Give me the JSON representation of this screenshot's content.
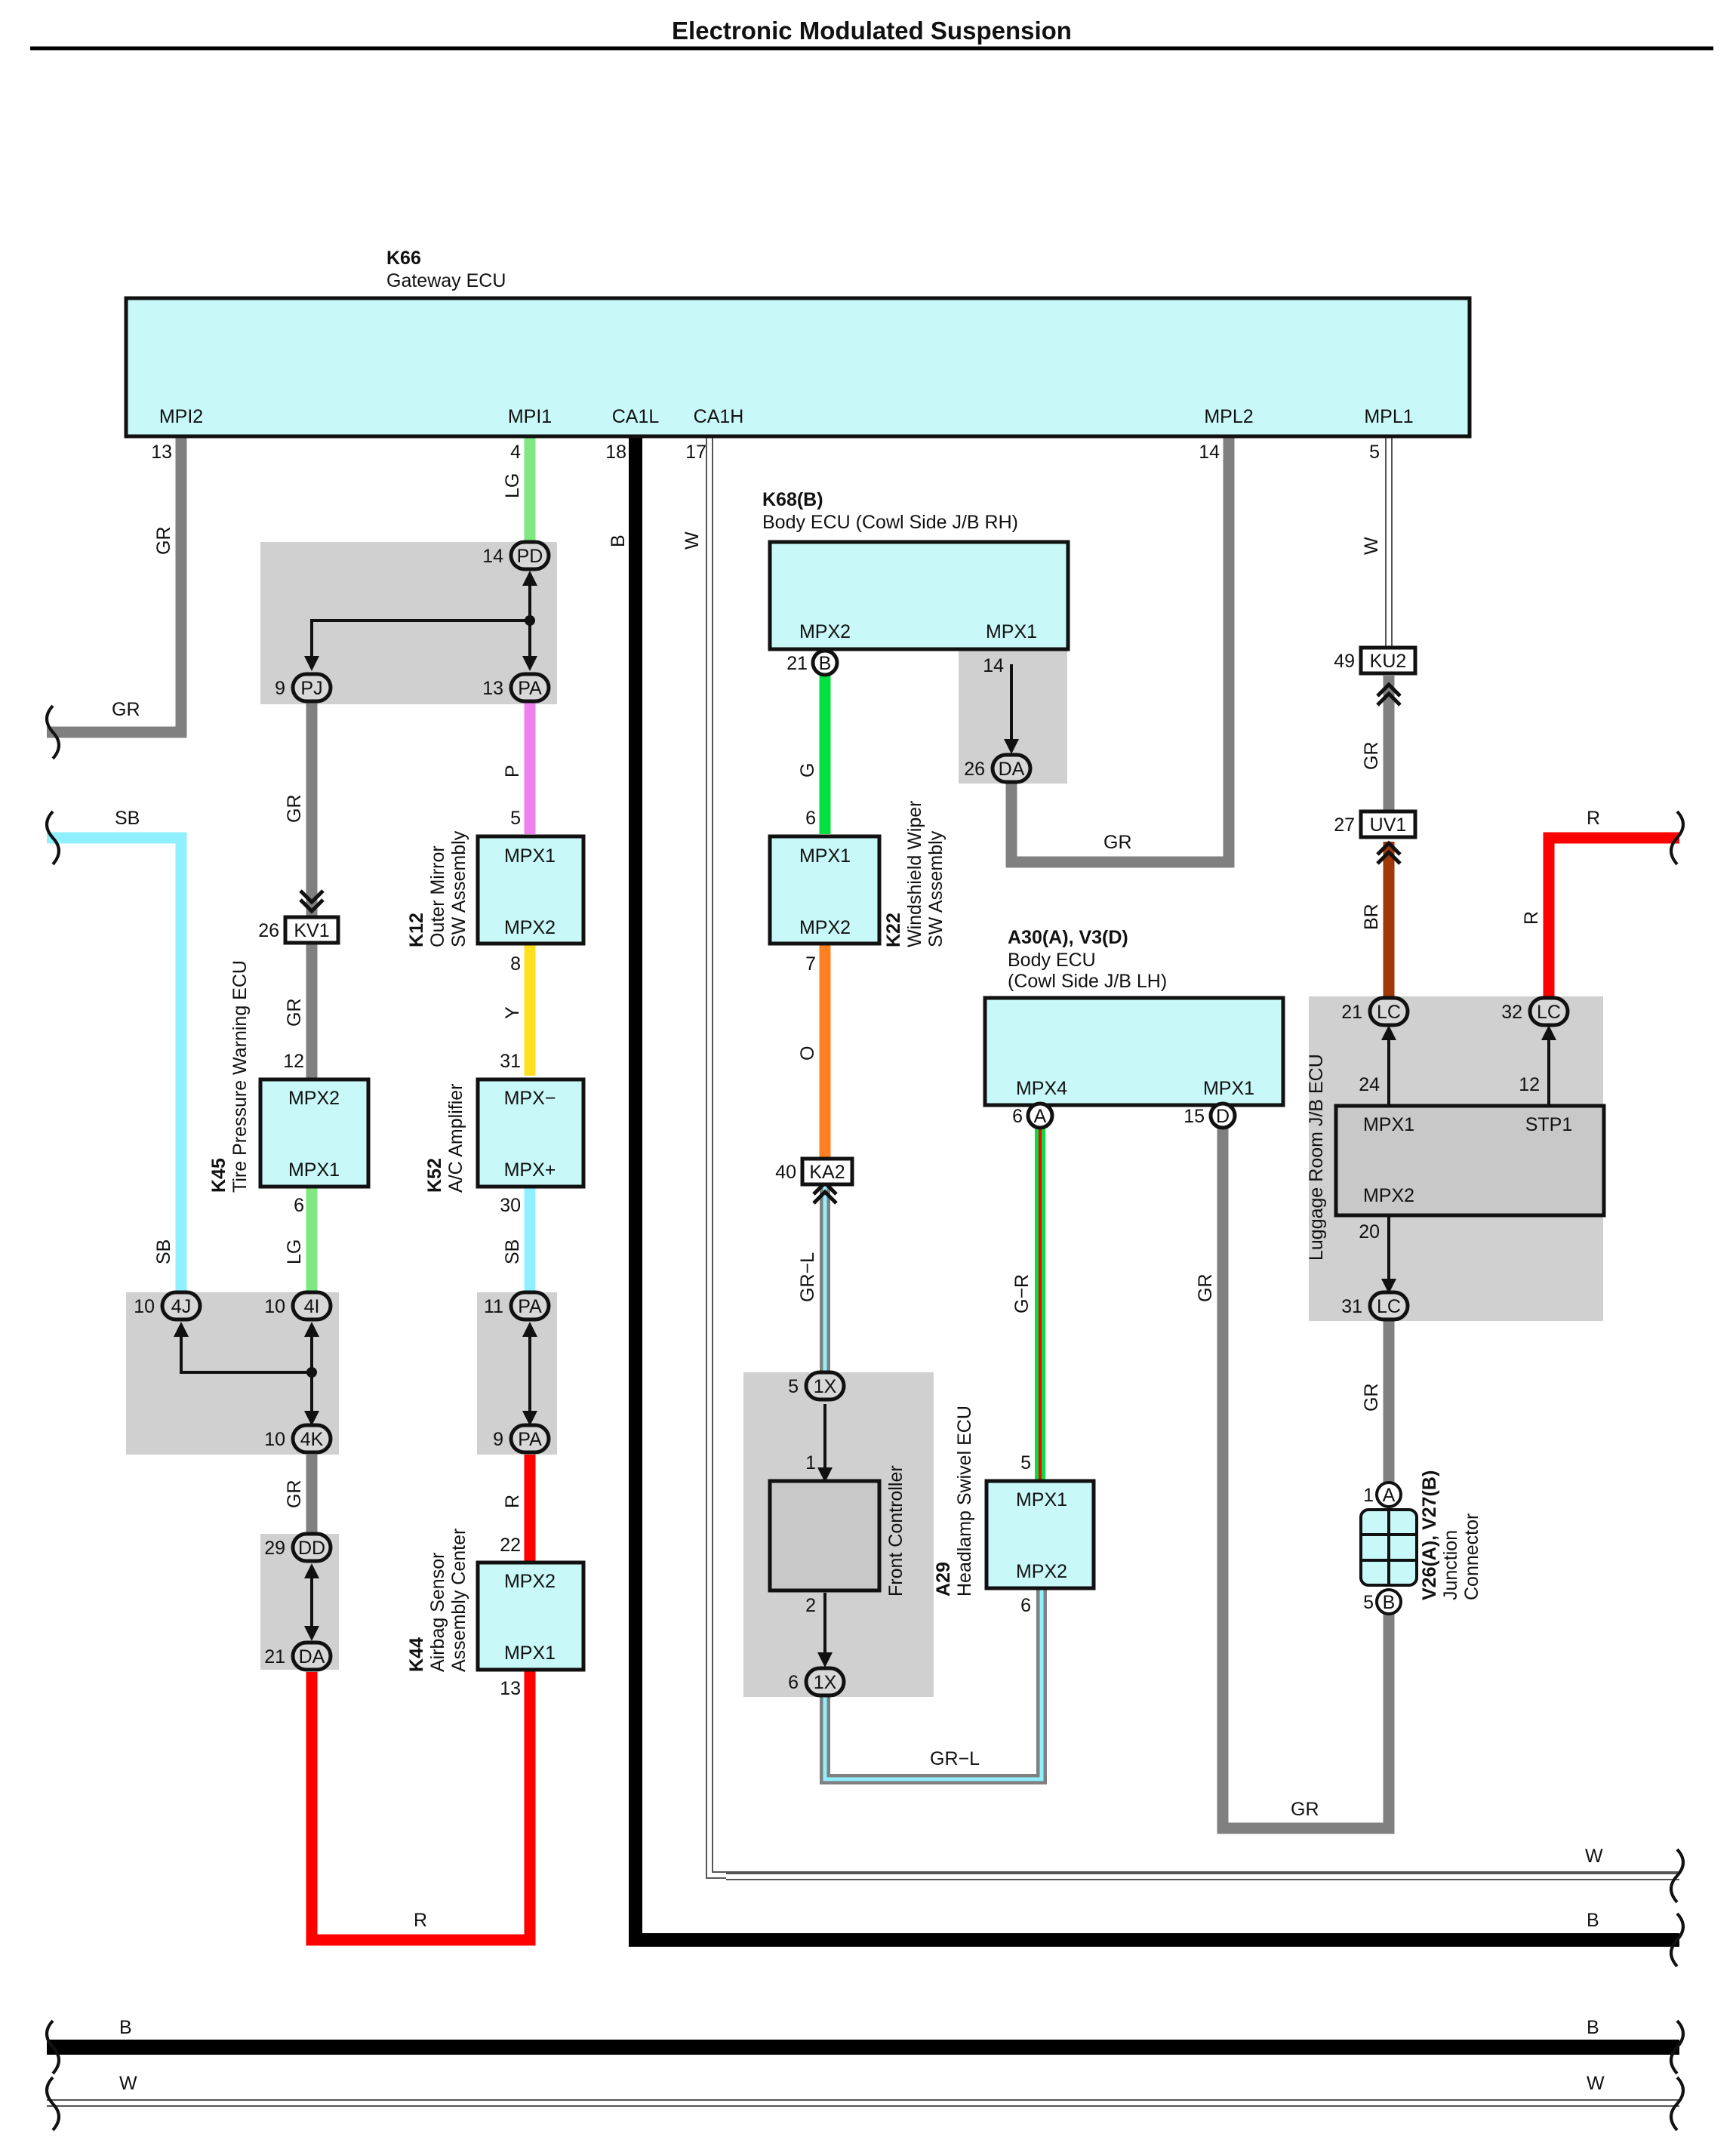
{
  "title": "Electronic Modulated Suspension",
  "colors": {
    "gray_box": "#d0d0d0",
    "ecu_fill": "#c8f8f8",
    "wire_GR": "#808080",
    "wire_LG": "#80e880",
    "wire_P": "#f080f0",
    "wire_Y": "#ffe020",
    "wire_SB": "#90f0ff",
    "wire_R": "#ff0000",
    "wire_B": "#000000",
    "wire_G": "#00e040",
    "wire_O": "#ff8020",
    "wire_BR": "#a03808"
  },
  "components": {
    "k66": {
      "code": "K66",
      "name": "Gateway ECU",
      "pins": {
        "mpi2": "MPI2",
        "mpi1": "MPI1",
        "ca1l": "CA1L",
        "ca1h": "CA1H",
        "mpl2": "MPL2",
        "mpl1": "MPL1"
      },
      "pin_numbers": {
        "mpi2": "13",
        "mpi1": "4",
        "ca1l": "18",
        "ca1h": "17",
        "mpl2": "14",
        "mpl1": "5"
      }
    },
    "k68": {
      "code": "K68(B)",
      "name": "Body ECU (Cowl Side J/B RH)",
      "pins": {
        "mpx2": "MPX2",
        "mpx1": "MPX1"
      }
    },
    "k12": {
      "code": "K12",
      "name_line1": "Outer Mirror",
      "name_line2": "SW Assembly",
      "pins": {
        "mpx1": "MPX1",
        "mpx2": "MPX2"
      }
    },
    "k22": {
      "code": "K22",
      "name_line1": "Windshield Wiper",
      "name_line2": "SW Assembly",
      "pins": {
        "mpx1": "MPX1",
        "mpx2": "MPX2"
      }
    },
    "k45": {
      "code": "K45",
      "name": "Tire Pressure Warning ECU",
      "pins": {
        "mpx2": "MPX2",
        "mpx1": "MPX1"
      }
    },
    "k52": {
      "code": "K52",
      "name": "A/C Amplifier",
      "pins": {
        "mpxm": "MPX−",
        "mpxp": "MPX+"
      }
    },
    "k44": {
      "code": "K44",
      "name_line1": "Airbag Sensor",
      "name_line2": "Assembly Center",
      "pins": {
        "mpx2": "MPX2",
        "mpx1": "MPX1"
      }
    },
    "a30": {
      "code": "A30(A), V3(D)",
      "name_line1": "Body ECU",
      "name_line2": "(Cowl Side J/B LH)",
      "pins": {
        "mpx4": "MPX4",
        "mpx1": "MPX1"
      }
    },
    "a29": {
      "code": "A29",
      "name": "Headlamp Swivel ECU",
      "pins": {
        "mpx1": "MPX1",
        "mpx2": "MPX2"
      }
    },
    "front": {
      "name": "Front Controller"
    },
    "luggage": {
      "name": "Luggage Room J/B ECU",
      "pins": {
        "mpx1": "MPX1",
        "stp1": "STP1",
        "mpx2": "MPX2"
      }
    },
    "v26": {
      "code": "V26(A), V27(B)",
      "name_line1": "Junction",
      "name_line2": "Connector"
    }
  },
  "connectors": {
    "pd": "PD",
    "pj": "PJ",
    "pa": "PA",
    "kv1": "KV1",
    "4j": "4J",
    "4i": "4I",
    "4k": "4K",
    "dd": "DD",
    "da": "DA",
    "b": "B",
    "a": "A",
    "d": "D",
    "ka2": "KA2",
    "1x": "1X",
    "ku2": "KU2",
    "uv1": "UV1",
    "lc": "LC"
  },
  "wire_labels": {
    "gr": "GR",
    "lg": "LG",
    "p": "P",
    "y": "Y",
    "sb": "SB",
    "r": "R",
    "b": "B",
    "w": "W",
    "g": "G",
    "o": "O",
    "gr_l": "GR−L",
    "g_r": "G−R",
    "br": "BR"
  },
  "pin_numbers": {
    "n1": "1",
    "n2": "2",
    "n5": "5",
    "n6": "6",
    "n7": "7",
    "n8": "8",
    "n9": "9",
    "n10": "10",
    "n11": "11",
    "n12": "12",
    "n13": "13",
    "n14": "14",
    "n15": "15",
    "n20": "20",
    "n21": "21",
    "n22": "22",
    "n24": "24",
    "n26": "26",
    "n27": "27",
    "n29": "29",
    "n30": "30",
    "n31": "31",
    "n32": "32",
    "n40": "40",
    "n49": "49"
  }
}
